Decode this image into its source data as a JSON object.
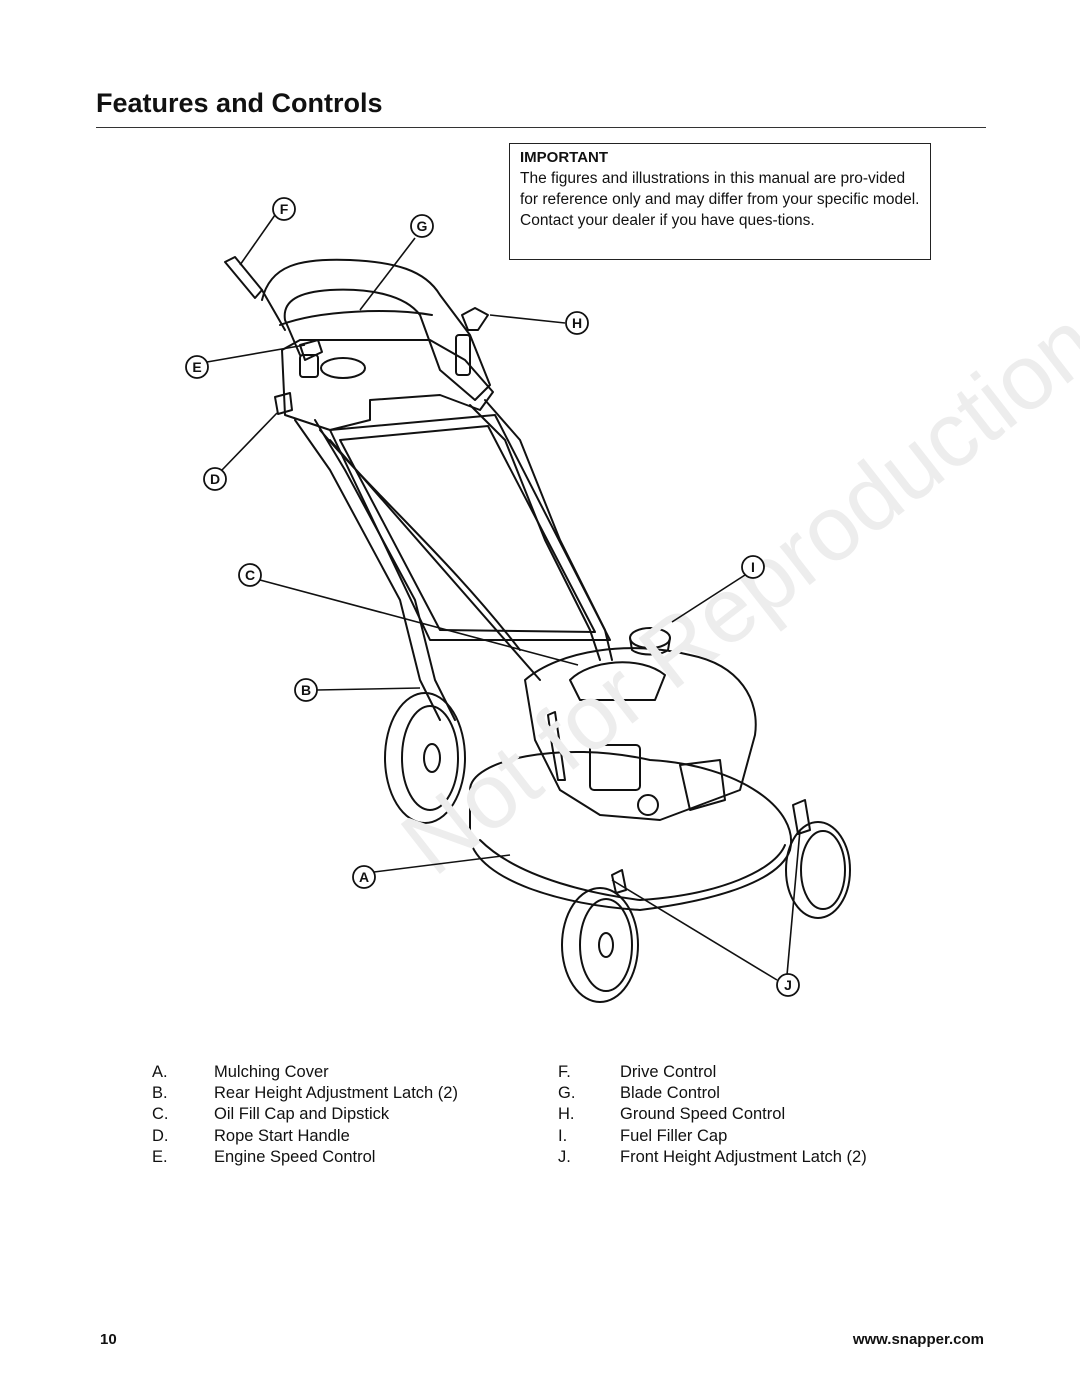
{
  "page": {
    "title": "Features and Controls",
    "page_number": "10",
    "website": "www.snapper.com"
  },
  "important": {
    "heading": "IMPORTANT",
    "text": "The figures and illustrations in this manual are pro-vided for reference only and may differ from your specific model. Contact your dealer if you have ques-tions."
  },
  "watermark": "Not for Reproduction",
  "callouts": [
    "A",
    "B",
    "C",
    "D",
    "E",
    "F",
    "G",
    "H",
    "I",
    "J"
  ],
  "legend_left": [
    {
      "key": "A.",
      "label": "Mulching Cover"
    },
    {
      "key": "B.",
      "label": "Rear Height Adjustment Latch (2)"
    },
    {
      "key": "C.",
      "label": "Oil Fill Cap and Dipstick"
    },
    {
      "key": "D.",
      "label": "Rope Start Handle"
    },
    {
      "key": "E.",
      "label": "Engine Speed Control"
    }
  ],
  "legend_right": [
    {
      "key": "F.",
      "label": "Drive Control"
    },
    {
      "key": "G.",
      "label": "Blade Control"
    },
    {
      "key": "H.",
      "label": "Ground Speed Control"
    },
    {
      "key": "I.",
      "label": "Fuel Filler Cap"
    },
    {
      "key": "J.",
      "label": "Front Height Adjustment Latch (2)"
    }
  ]
}
